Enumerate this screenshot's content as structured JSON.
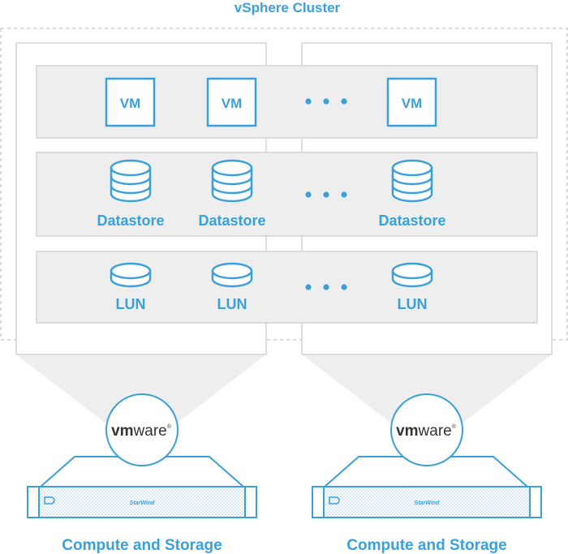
{
  "title": "vSphere Cluster",
  "vm_label": "VM",
  "datastore_label": "Datastore",
  "lun_label": "LUN",
  "ellipsis": "• • •",
  "vmware_logo": {
    "vm": "vm",
    "ware": "ware",
    "reg": "®"
  },
  "server_brand": "StarWind",
  "host_label": "Compute and Storage",
  "colors": {
    "accent": "#3aa0dc",
    "band": "#eeeeee",
    "border": "#cccccc"
  }
}
